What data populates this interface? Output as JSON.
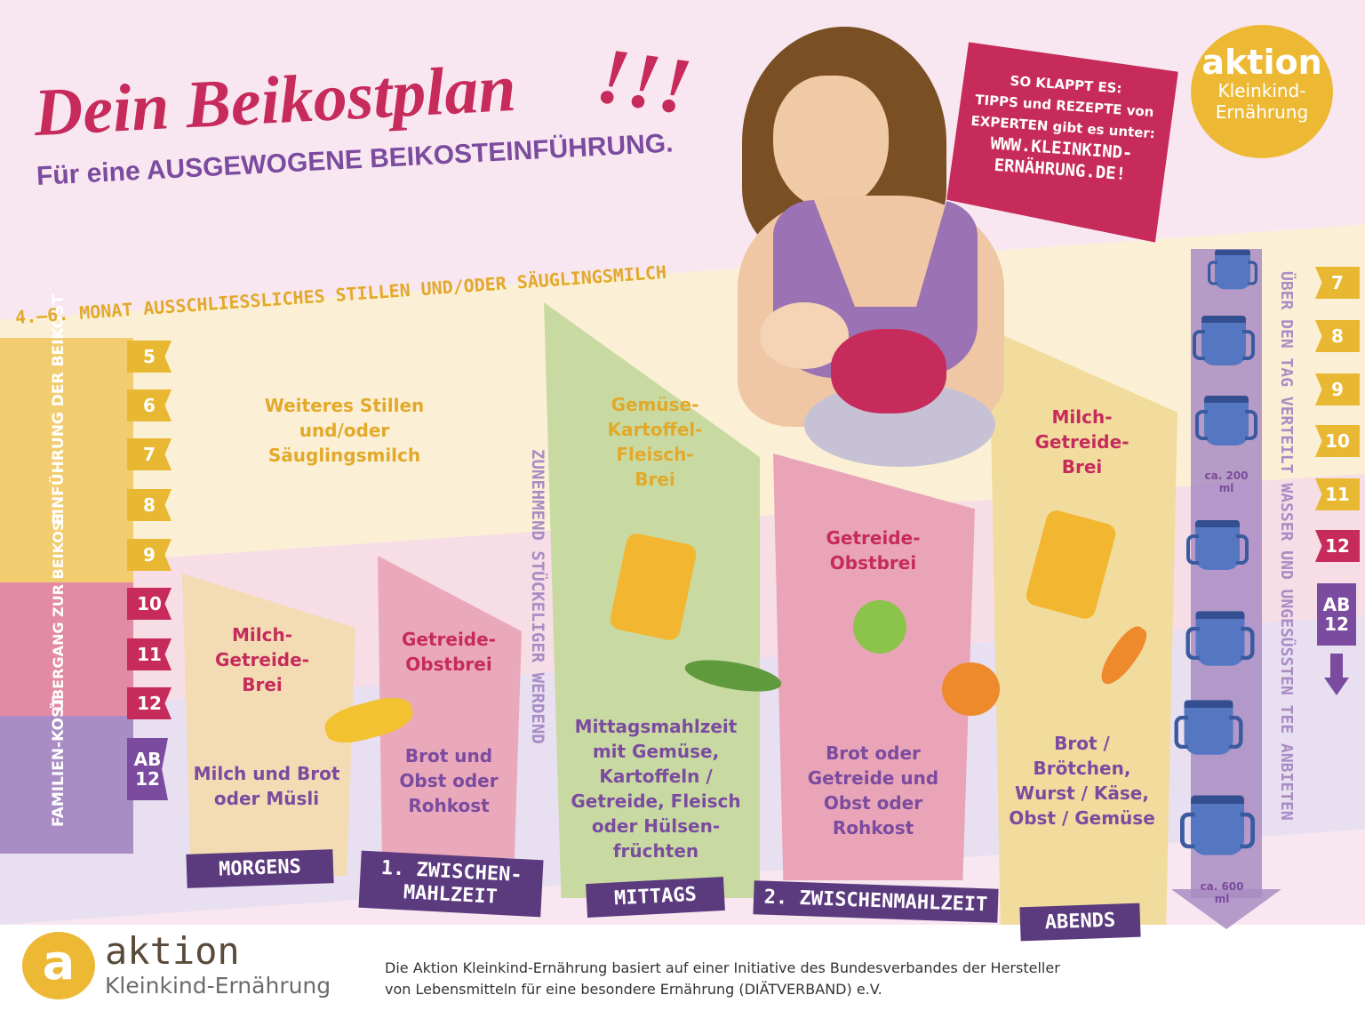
{
  "title": "Dein Beikostplan",
  "title_exclaim": "!!!",
  "subtitle": "Für eine AUSGEWOGENE BEIKOSTEINFÜHRUNG.",
  "top_band": "4.–6. MONAT AUSSCHLIESSLICHES STILLEN UND/ODER SÄUGLINGSMILCH",
  "tip_box": {
    "line1": "SO KLAPPT ES:",
    "line2": "TIPPS und REZEPTE von",
    "line3": "EXPERTEN gibt es unter:",
    "line4": "WWW.KLEINKIND-",
    "line5": "ERNÄHRUNG.DE!"
  },
  "logo_top": {
    "word": "aktion",
    "sub1": "Kleinkind-",
    "sub2": "Ernährung"
  },
  "phases": [
    {
      "label": "EINFÜHRUNG DER BEIKOST",
      "months": [
        "5",
        "6",
        "7",
        "8",
        "9"
      ]
    },
    {
      "label": "ÜBERGANG ZUR BEIKOST",
      "months": [
        "10",
        "11",
        "12"
      ]
    },
    {
      "label": "FAMILIEN-KOST",
      "months": [
        "AB 12"
      ]
    }
  ],
  "vertical_note": "ZUNEHMEND STÜCKELIGER WERDEND",
  "columns": [
    {
      "banner": "MORGENS",
      "intro": "Weiteres Stillen und/oder Säuglingsmilch",
      "transition": "Milch-Getreide-Brei",
      "family": "Milch und Brot oder Müsli"
    },
    {
      "banner": "1. ZWISCHEN-MAHLZEIT",
      "transition": "Getreide-Obstbrei",
      "family": "Brot und Obst oder Rohkost"
    },
    {
      "banner": "MITTAGS",
      "intro": "Gemüse-Kartoffel-Fleisch-Brei",
      "family": "Mittagsmahlzeit mit Gemüse, Kartoffeln / Getreide, Fleisch oder Hülsen-früchten"
    },
    {
      "banner": "2. ZWISCHENMAHLZEIT",
      "intro": "Getreide-Obstbrei",
      "family": "Brot oder Getreide und Obst oder Rohkost"
    },
    {
      "banner": "ABENDS",
      "intro": "Milch-Getreide-Brei",
      "family": "Brot / Brötchen, Wurst / Käse, Obst / Gemüse"
    }
  ],
  "drinks": {
    "note": "ÜBER DEN TAG VERTEILT WASSER UND UNGESÜSSTEN TEE ANBIETEN",
    "start": "ca. 200 ml",
    "end": "ca. 600 ml",
    "months": [
      "7",
      "8",
      "9",
      "10",
      "11",
      "12",
      "AB 12"
    ]
  },
  "footer": {
    "logo_word": "aktion",
    "logo_sub": "Kleinkind-Ernährung",
    "logo_letter": "a",
    "text1": "Die Aktion Kleinkind-Ernährung basiert auf einer Initiative des Bundesverbandes der Hersteller",
    "text2": "von Lebensmitteln für eine besondere Ernährung (DIÄTVERBAND) e.V."
  },
  "colors": {
    "crimson": "#c62b5b",
    "purple": "#7b4b9f",
    "dark_purple": "#5b3a7e",
    "yellow": "#e8b832",
    "orange_text": "#e2a92a"
  }
}
